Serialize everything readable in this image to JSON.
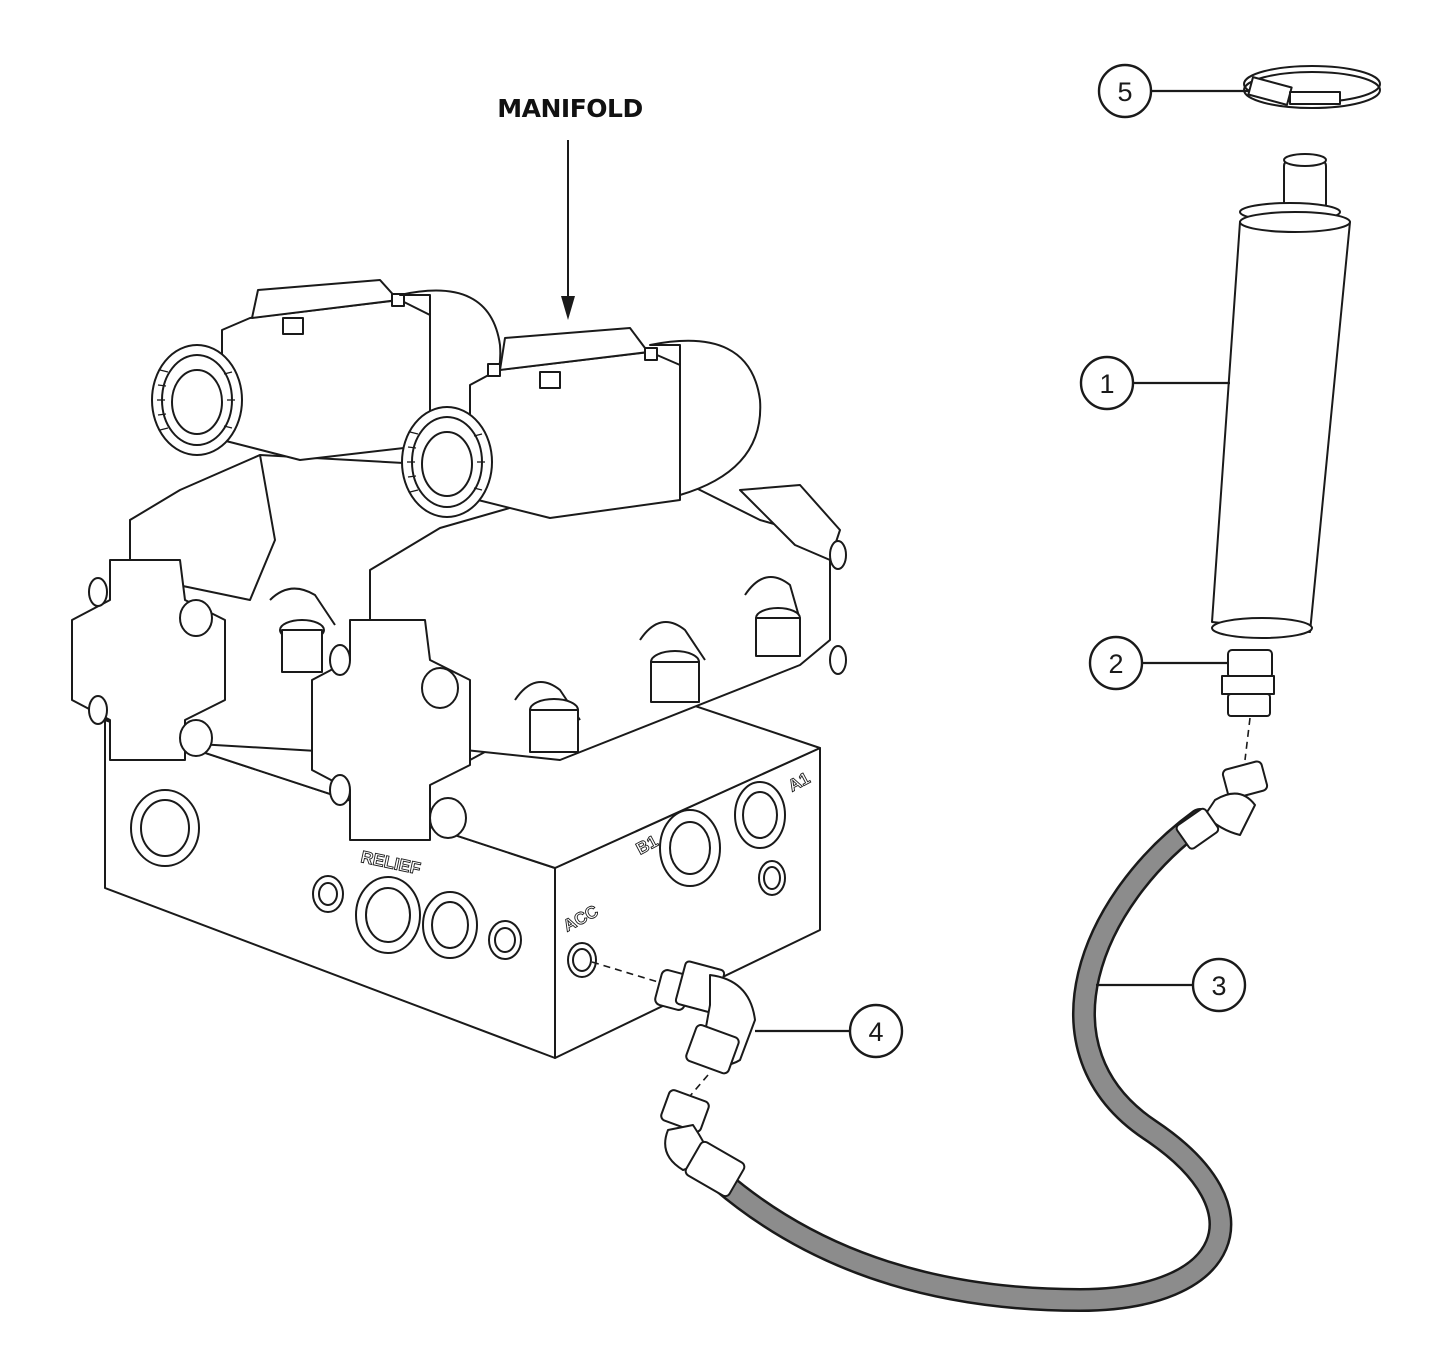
{
  "diagram": {
    "title_label": "MANIFOLD",
    "port_labels": {
      "a1": "A1",
      "b1": "B1",
      "relief": "RELIEF",
      "acc": "ACC"
    },
    "callouts": [
      {
        "number": "1"
      },
      {
        "number": "2"
      },
      {
        "number": "3"
      },
      {
        "number": "4"
      },
      {
        "number": "5"
      }
    ],
    "colors": {
      "line": "#1a1a1a",
      "hose": "#8c8c8c",
      "background": "#ffffff"
    }
  }
}
